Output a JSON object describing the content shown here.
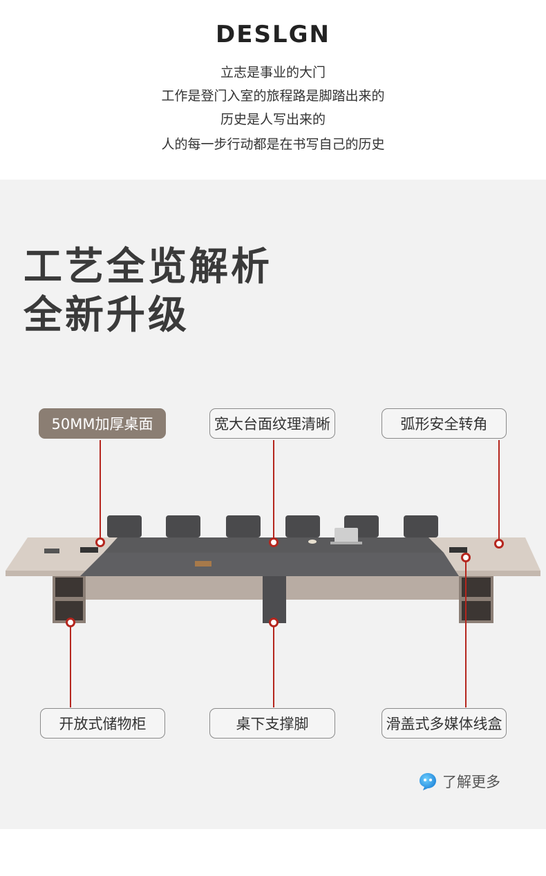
{
  "brand": "DESLGN",
  "slogan": [
    "立志是事业的大门",
    "工作是登门入室的旅程路是脚踏出来的",
    "历史是人写出来的",
    "人的每一步行动都是在书写自己的历史"
  ],
  "headline": [
    "工艺全览解析",
    "全新升级"
  ],
  "features": {
    "thick_top": "50MM加厚桌面",
    "wide_surface": "宽大台面纹理清晰",
    "curved_corner": "弧形安全转角",
    "open_storage": "开放式储物柜",
    "under_support": "桌下支撑脚",
    "media_box": "滑盖式多媒体线盒"
  },
  "more_link": "了解更多",
  "colors": {
    "panel_bg": "#f2f2f2",
    "accent_line": "#b5261e",
    "highlight_label": "#8b7e73",
    "table_light": "#d9cfc6",
    "table_dark": "#5a5a5c"
  },
  "icons": {
    "more": "chat-bubble-icon"
  }
}
